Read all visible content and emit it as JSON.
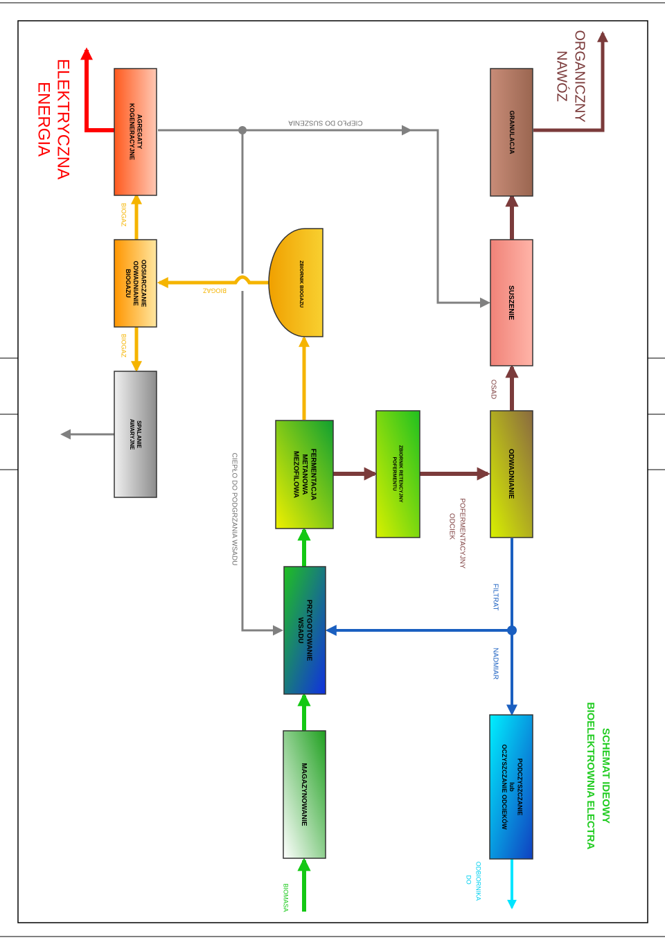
{
  "colors": {
    "gray": "#808080",
    "orange": "#f5b400",
    "red": "#ff0000",
    "brown": "#7b3b3b",
    "green": "#14c814",
    "blue": "#1a5fc0",
    "cyan": "#00e5ff",
    "title_green": "#22cc22"
  },
  "outputs": {
    "energia": "ENERGIA",
    "elektryczna": "ELEKTRYCZNA",
    "nawoz": "NAWÓZ",
    "organiczny": "ORGANICZNY"
  },
  "blocks": {
    "agregaty": [
      "AGREGATY",
      "KOGENERACYJNE"
    ],
    "granulacja": [
      "GRANULACJA"
    ],
    "oczyszczanie": [
      "ODSIARCZANIE",
      "ODWADNIANIE",
      "BIOGAZU"
    ],
    "zbiornik_biogazu": [
      "ZBIORNIK BIOGAZU"
    ],
    "suszenie": [
      "SUSZENIE"
    ],
    "spalanie": [
      "SPALANIE",
      "AWARYJNE"
    ],
    "fermentacja": [
      "FERMENTACJA",
      "METANOWA",
      "MEZOFILOWA"
    ],
    "zbiornik_retencyjny": [
      "ZBIORNIK RETENCYJNY",
      "POFERMENTU"
    ],
    "odwadnianie": [
      "ODWADNIANIE"
    ],
    "przygotowanie": [
      "PRZYGOTOWANIE",
      "WSADU"
    ],
    "magazynowanie": [
      "MAGAZYNOWANIE"
    ],
    "podczyszczanie": [
      "PODCZYSZCZANIE",
      "lub",
      "OCZYSZCZANIE ODCIEKÓW"
    ]
  },
  "labels": {
    "cieplo_do_suszenia": "CIEPŁO DO SUSZENIA",
    "cieplo_do_podgrzania": "CIEPŁO DO PODGRZANIA WSADU",
    "biogaz_top": "BIOGAZ",
    "biogaz_bottom": "BIOGAZ",
    "biogaz_zbiornik": "BIOGAZ",
    "osad": "OSAD",
    "odciek": [
      "ODCIEK",
      "POFERMENTACYJNY"
    ],
    "filtrat": "FILTRAT",
    "nadmiar": "NADMIAR",
    "biomasa": "BIOMASA",
    "do_odbiornika": [
      "DO",
      "ODBIORNIKA"
    ]
  },
  "title": [
    "BIOELEKTROWNIA ELECTRA",
    "SCHEMAT IDEOWY"
  ]
}
